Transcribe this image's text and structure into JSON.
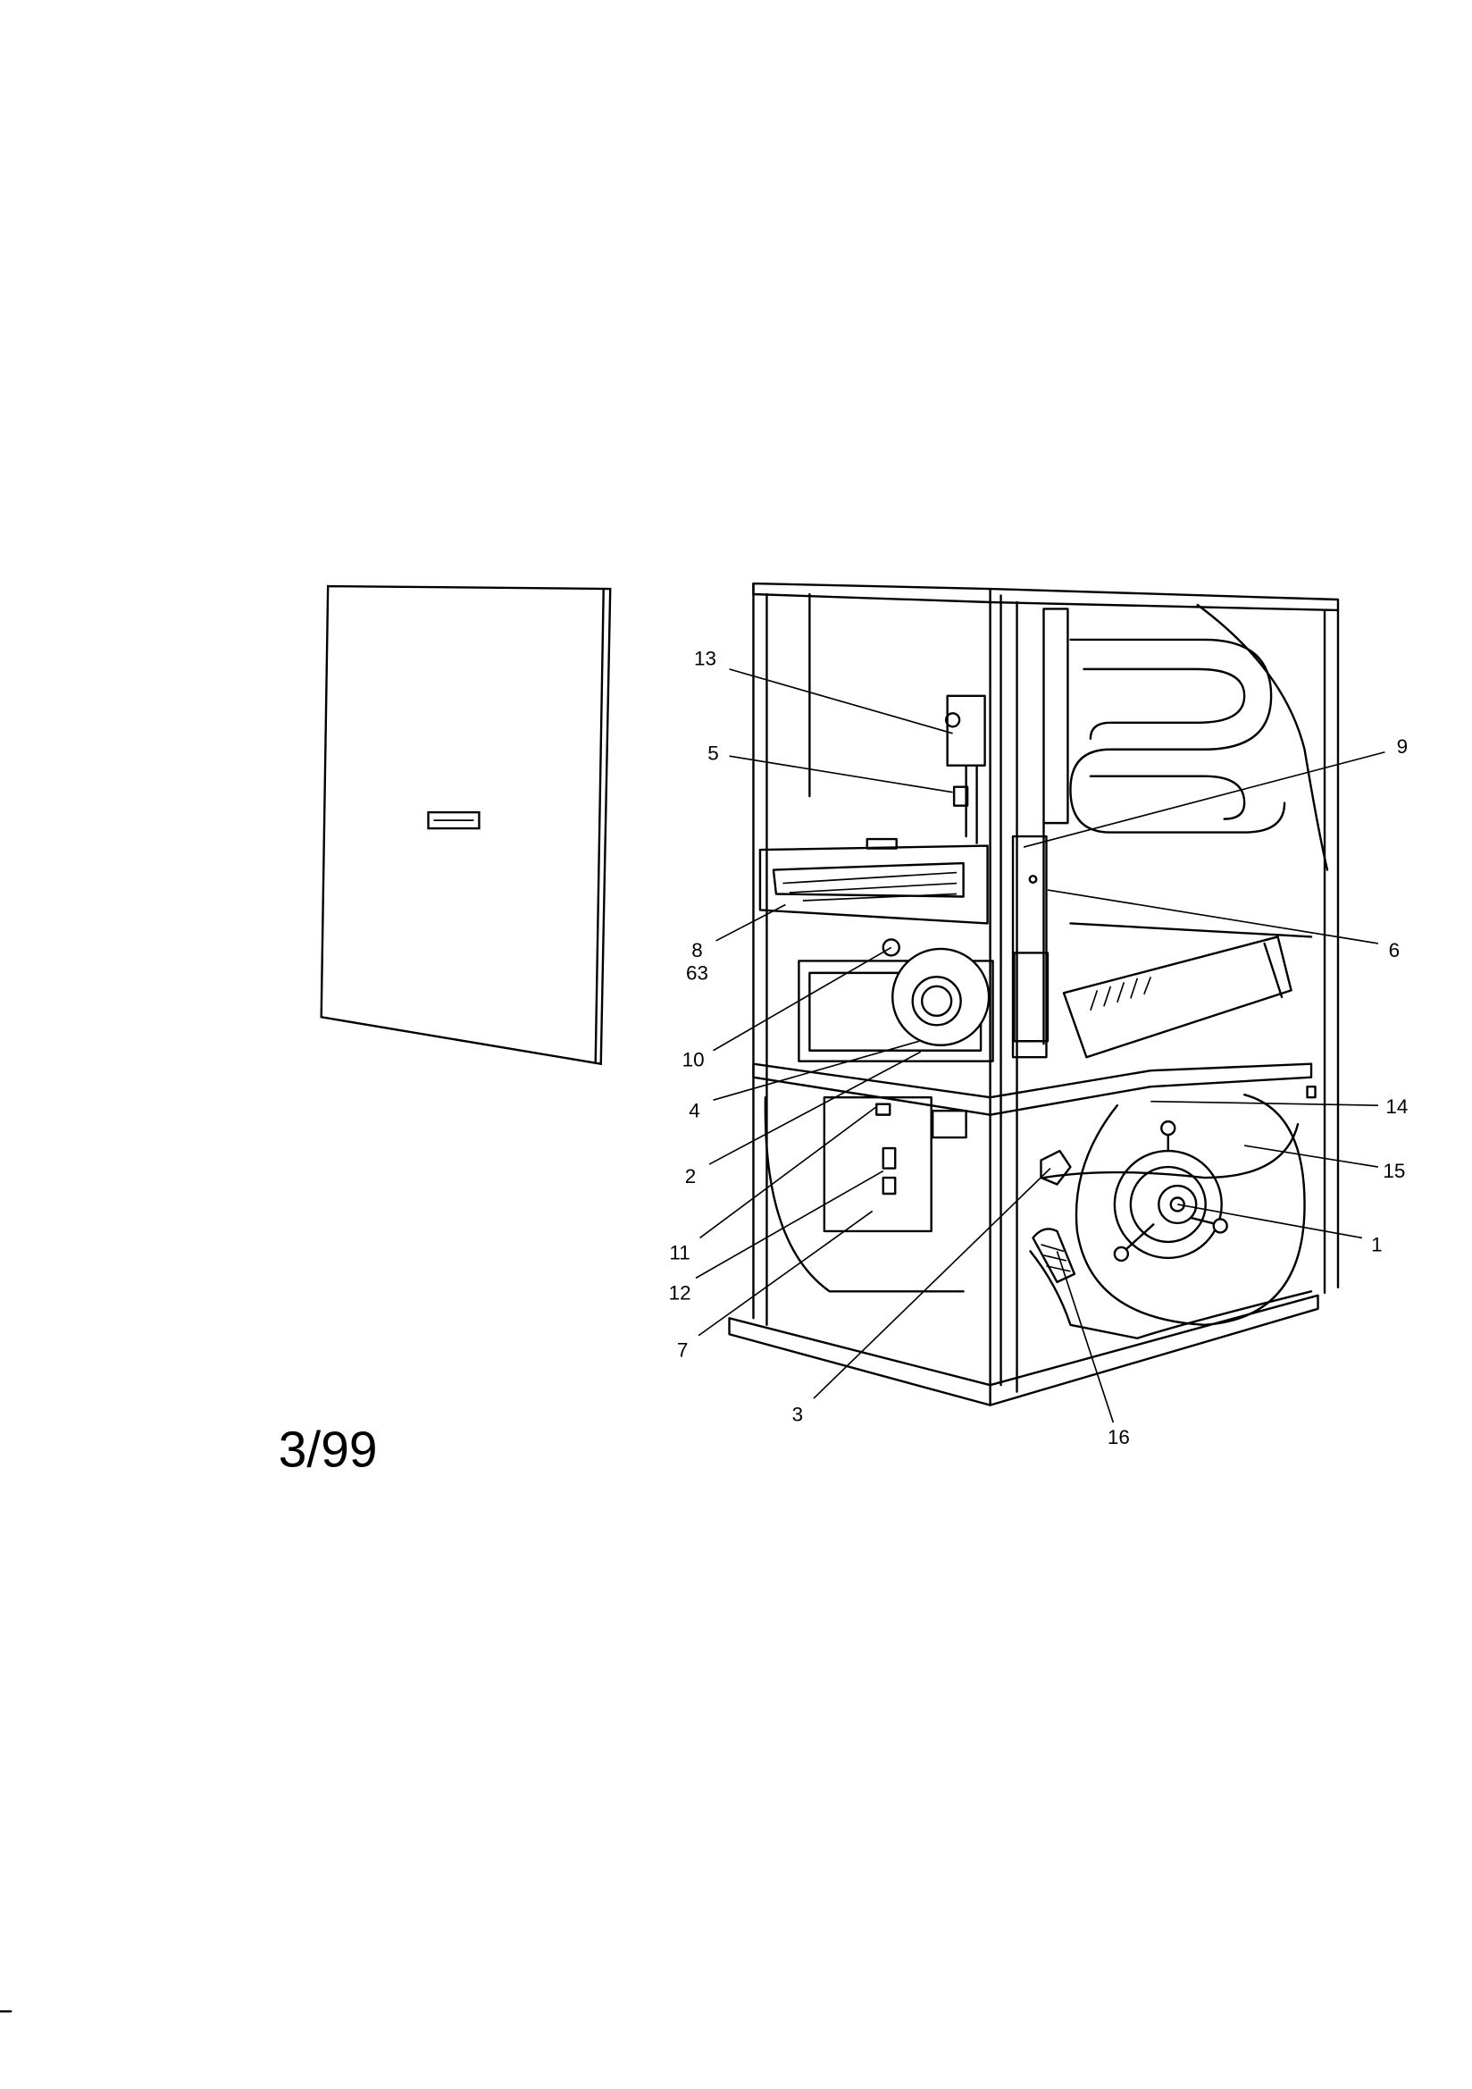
{
  "date_code": "3/99",
  "callouts": [
    {
      "id": "13",
      "label": "13"
    },
    {
      "id": "5",
      "label": "5"
    },
    {
      "id": "9",
      "label": "9"
    },
    {
      "id": "8",
      "label": "8"
    },
    {
      "id": "63",
      "label": "63"
    },
    {
      "id": "6",
      "label": "6"
    },
    {
      "id": "10",
      "label": "10"
    },
    {
      "id": "4",
      "label": "4"
    },
    {
      "id": "2",
      "label": "2"
    },
    {
      "id": "14",
      "label": "14"
    },
    {
      "id": "15",
      "label": "15"
    },
    {
      "id": "11",
      "label": "11"
    },
    {
      "id": "1",
      "label": "1"
    },
    {
      "id": "12",
      "label": "12"
    },
    {
      "id": "7",
      "label": "7"
    },
    {
      "id": "3",
      "label": "3"
    },
    {
      "id": "16",
      "label": "16"
    }
  ]
}
